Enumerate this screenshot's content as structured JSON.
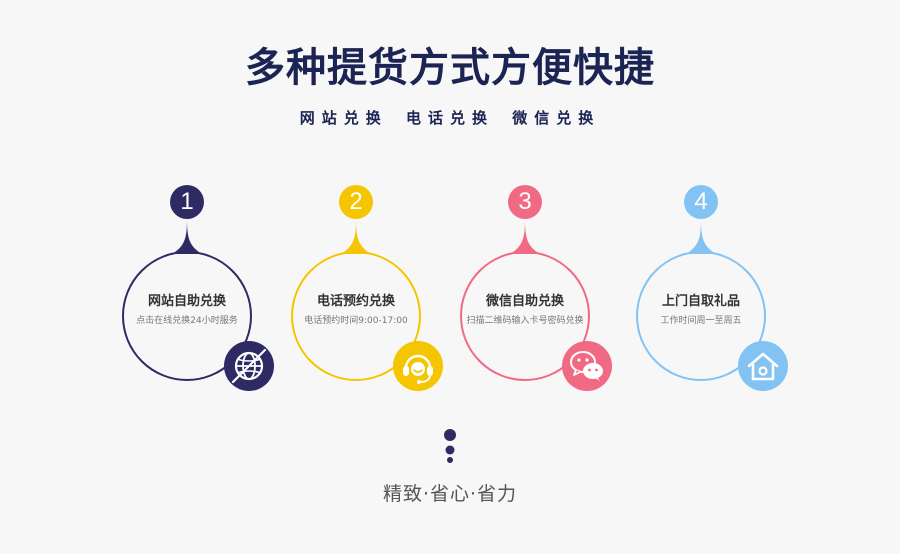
{
  "header": {
    "title": "多种提货方式方便快捷",
    "subtitle": "网站兑换 电话兑换 微信兑换"
  },
  "colors": {
    "step1": "#2e2a63",
    "step2": "#f5c500",
    "step3": "#f16a84",
    "step4": "#82c3f3",
    "title": "#1b2452"
  },
  "steps": [
    {
      "number": "1",
      "title": "网站自助兑换",
      "desc": "点击在线兑换24小时服务",
      "icon": "globe-icon"
    },
    {
      "number": "2",
      "title": "电话预约兑换",
      "desc": "电话预约时间9:00-17:00",
      "icon": "headset-icon"
    },
    {
      "number": "3",
      "title": "微信自助兑换",
      "desc": "扫描二维码输入卡号密码兑换",
      "icon": "wechat-icon"
    },
    {
      "number": "4",
      "title": "上门自取礼品",
      "desc": "工作时间周一至周五",
      "icon": "home-icon"
    }
  ],
  "footer": {
    "slogan": "精致·省心·省力"
  }
}
